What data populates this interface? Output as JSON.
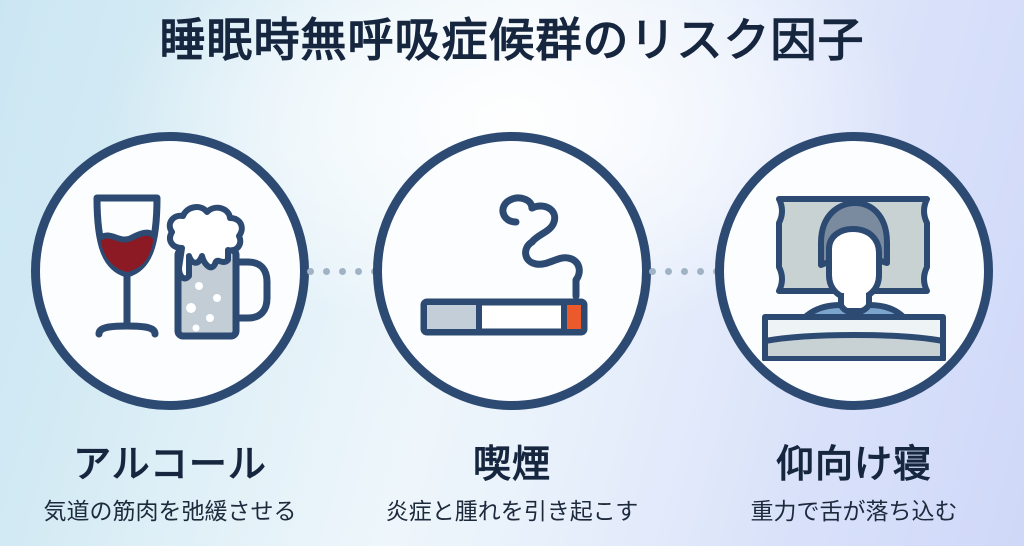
{
  "header": {
    "title": "睡眠時無呼吸症候群のリスク因子"
  },
  "theme": {
    "ring_color": "#2d4a72",
    "circle_fill": "#fbfdfe",
    "title_color": "#16263f",
    "label_color": "#16263f",
    "sublabel_color": "#1d2a3c",
    "dot_color": "#9fb3c4",
    "background_left": "#cbe6f3",
    "background_center": "#eef6fb",
    "background_right": "#cfd8f8",
    "wine_color": "#8b1a24",
    "ember_color": "#ec5a2b",
    "beer_liquid": "#c3cdd6",
    "shirt_color": "#7ba5cd",
    "pillow_color": "#c8d2d2"
  },
  "factors": [
    {
      "icon": "alcohol-icon",
      "label": "アルコール",
      "description": "気道の筋肉を弛緩させる"
    },
    {
      "icon": "cigarette-icon",
      "label": "喫煙",
      "description": "炎症と腫れを引き起こす"
    },
    {
      "icon": "back-sleeping-icon",
      "label": "仰向け寝",
      "description": "重力で舌が落ち込む"
    }
  ],
  "connectors": {
    "dot_count": 7
  }
}
